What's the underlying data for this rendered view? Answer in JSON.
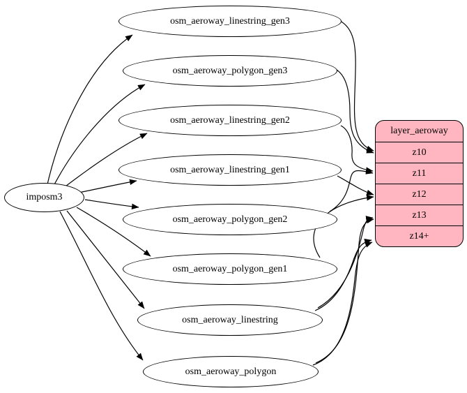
{
  "diagram": {
    "source_node": {
      "label": "imposm3"
    },
    "table_nodes": [
      {
        "id": "osm_aeroway_linestring_gen3",
        "label": "osm_aeroway_linestring_gen3"
      },
      {
        "id": "osm_aeroway_polygon_gen3",
        "label": "osm_aeroway_polygon_gen3"
      },
      {
        "id": "osm_aeroway_linestring_gen2",
        "label": "osm_aeroway_linestring_gen2"
      },
      {
        "id": "osm_aeroway_linestring_gen1",
        "label": "osm_aeroway_linestring_gen1"
      },
      {
        "id": "osm_aeroway_polygon_gen2",
        "label": "osm_aeroway_polygon_gen2"
      },
      {
        "id": "osm_aeroway_polygon_gen1",
        "label": "osm_aeroway_polygon_gen1"
      },
      {
        "id": "osm_aeroway_linestring",
        "label": "osm_aeroway_linestring"
      },
      {
        "id": "osm_aeroway_polygon",
        "label": "osm_aeroway_polygon"
      }
    ],
    "layer_node": {
      "title": "layer_aeroway",
      "rows": [
        "z10",
        "z11",
        "z12",
        "z13",
        "z14+"
      ]
    },
    "edges": [
      {
        "from": "imposm3",
        "to": "osm_aeroway_linestring_gen3"
      },
      {
        "from": "imposm3",
        "to": "osm_aeroway_polygon_gen3"
      },
      {
        "from": "imposm3",
        "to": "osm_aeroway_linestring_gen2"
      },
      {
        "from": "imposm3",
        "to": "osm_aeroway_linestring_gen1"
      },
      {
        "from": "imposm3",
        "to": "osm_aeroway_polygon_gen2"
      },
      {
        "from": "imposm3",
        "to": "osm_aeroway_polygon_gen1"
      },
      {
        "from": "imposm3",
        "to": "osm_aeroway_linestring"
      },
      {
        "from": "imposm3",
        "to": "osm_aeroway_polygon"
      },
      {
        "from": "osm_aeroway_linestring_gen3",
        "to": "z10"
      },
      {
        "from": "osm_aeroway_polygon_gen3",
        "to": "z10"
      },
      {
        "from": "osm_aeroway_linestring_gen2",
        "to": "z11"
      },
      {
        "from": "osm_aeroway_polygon_gen2",
        "to": "z11"
      },
      {
        "from": "osm_aeroway_linestring_gen1",
        "to": "z12"
      },
      {
        "from": "osm_aeroway_polygon_gen1",
        "to": "z12"
      },
      {
        "from": "osm_aeroway_linestring",
        "to": "z13"
      },
      {
        "from": "osm_aeroway_linestring",
        "to": "z14+"
      },
      {
        "from": "osm_aeroway_polygon",
        "to": "z13"
      },
      {
        "from": "osm_aeroway_polygon",
        "to": "z14+"
      }
    ],
    "colors": {
      "record_fill": "#FFB6C1",
      "node_fill": "#FFFFFF",
      "stroke": "#000000",
      "text": "#000000"
    }
  }
}
